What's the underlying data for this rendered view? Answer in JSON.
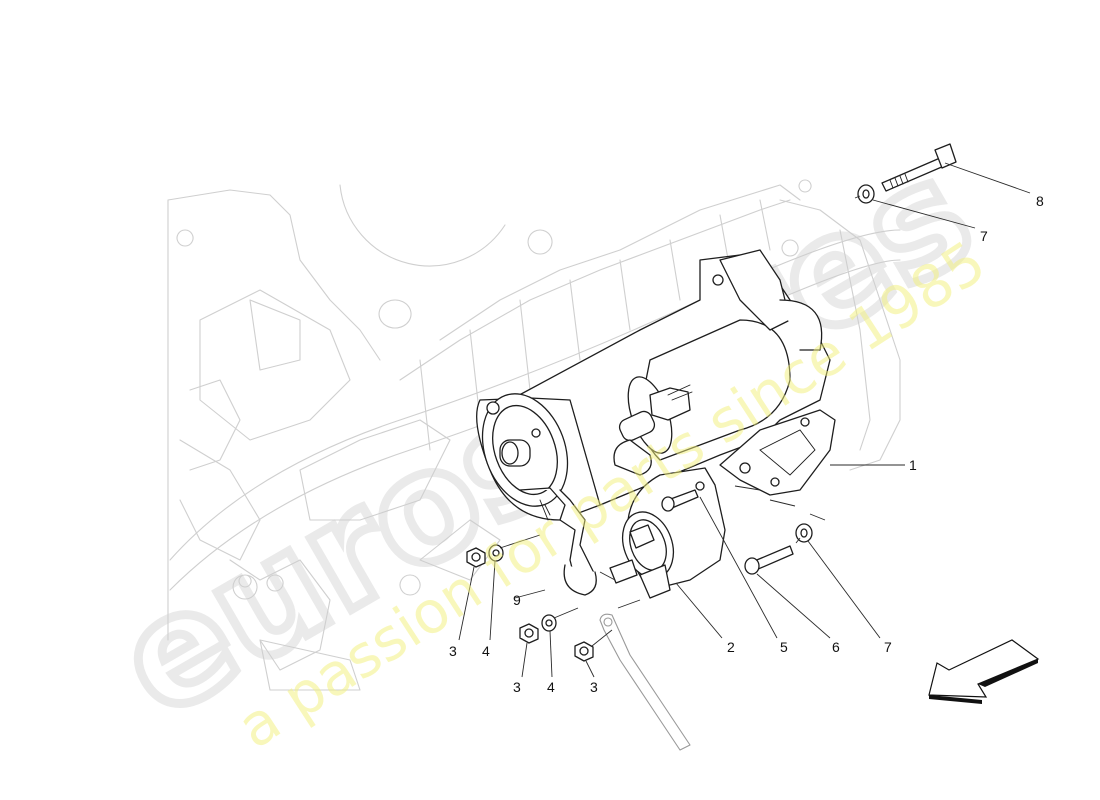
{
  "diagram": {
    "title": "Starter motor assembly - exploded parts view",
    "watermark": {
      "logo_text": "eurospares",
      "tagline": "a passion for parts since 1985",
      "logo_color": "#d9d9d9",
      "tagline_color": "#f3f17a"
    },
    "callouts": [
      {
        "id": "1",
        "label": "1",
        "part": "starter-motor"
      },
      {
        "id": "2",
        "label": "2",
        "part": "solenoid"
      },
      {
        "id": "3a",
        "label": "3",
        "part": "nut"
      },
      {
        "id": "3b",
        "label": "3",
        "part": "nut"
      },
      {
        "id": "3c",
        "label": "3",
        "part": "nut"
      },
      {
        "id": "4a",
        "label": "4",
        "part": "washer"
      },
      {
        "id": "4b",
        "label": "4",
        "part": "washer"
      },
      {
        "id": "5",
        "label": "5",
        "part": "solenoid-screw"
      },
      {
        "id": "6",
        "label": "6",
        "part": "bolt"
      },
      {
        "id": "7a",
        "label": "7",
        "part": "washer"
      },
      {
        "id": "7b",
        "label": "7",
        "part": "washer"
      },
      {
        "id": "8",
        "label": "8",
        "part": "bolt"
      },
      {
        "id": "9",
        "label": "9",
        "part": "cable"
      }
    ],
    "orientation_arrow": "direction-arrow-down-left"
  }
}
